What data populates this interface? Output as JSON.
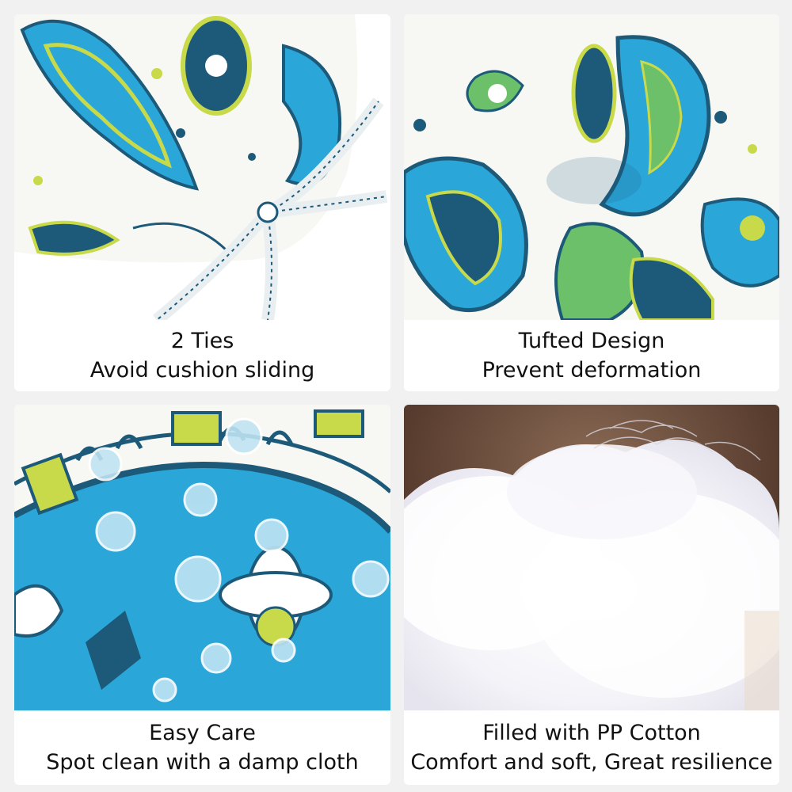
{
  "panels": [
    {
      "title": "2 Ties",
      "subtitle": "Avoid cushion sliding"
    },
    {
      "title": "Tufted Design",
      "subtitle": "Prevent deformation"
    },
    {
      "title": "Easy Care",
      "subtitle": "Spot clean with a damp cloth"
    },
    {
      "title": "Filled with PP Cotton",
      "subtitle": "Comfort and soft, Great resilience"
    }
  ],
  "colors": {
    "deep_teal": "#1d5a7a",
    "sky_blue": "#2aa6d8",
    "lime": "#c8d94a",
    "green": "#6cc06a",
    "cream": "#f7f8f4"
  }
}
